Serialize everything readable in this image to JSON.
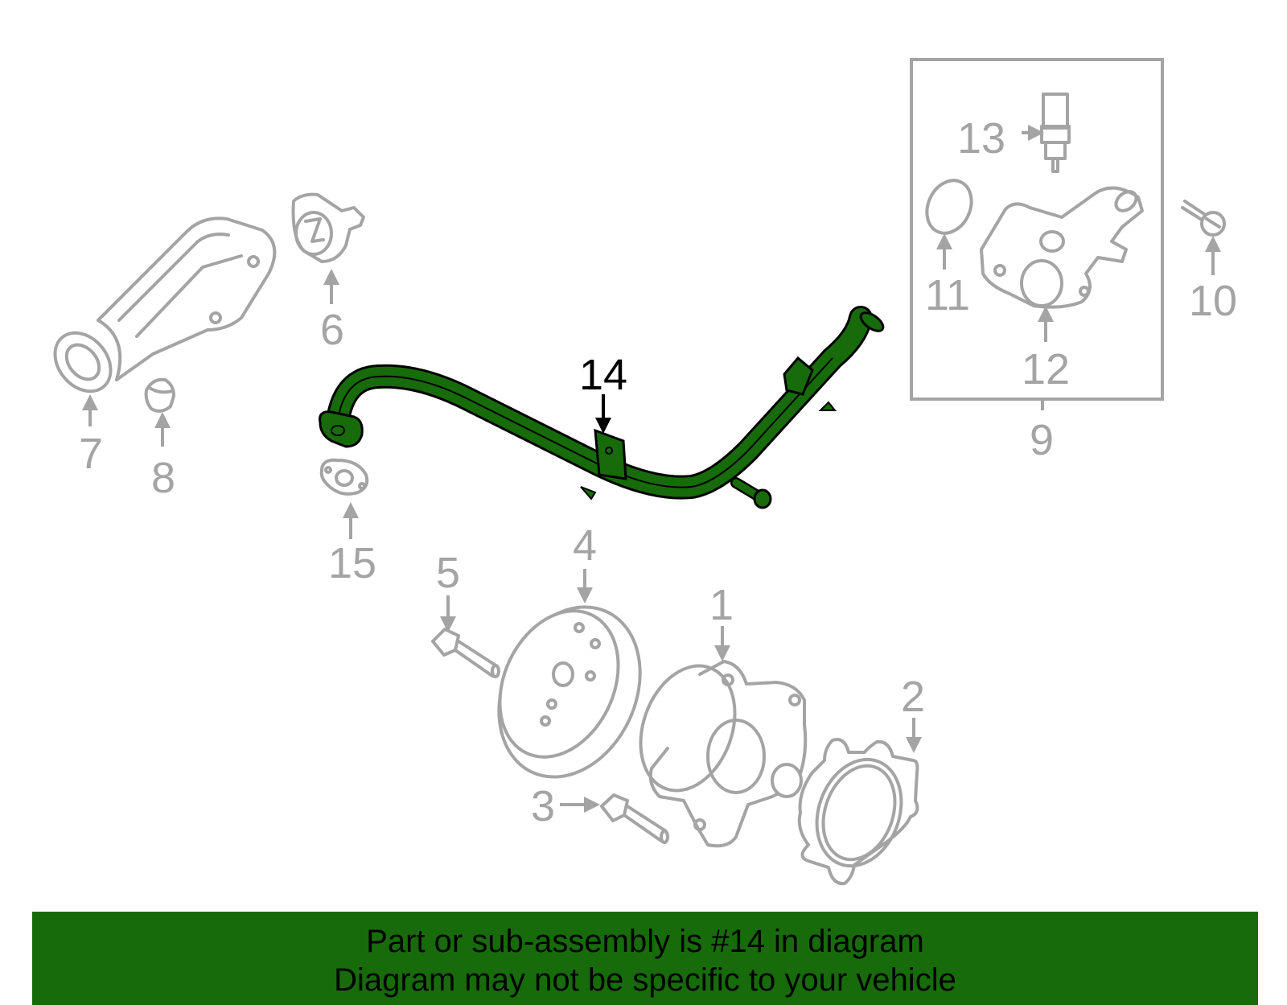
{
  "diagram": {
    "highlighted_part": "14",
    "highlight_color": "#176b0a",
    "line_color": "#a4a4a4",
    "callouts": [
      "1",
      "2",
      "3",
      "4",
      "5",
      "6",
      "7",
      "8",
      "9",
      "10",
      "11",
      "12",
      "13",
      "14",
      "15"
    ]
  },
  "banner": {
    "line1": "Part or sub-assembly is #14 in diagram",
    "line2": "Diagram may not be specific to your vehicle",
    "background": "#176b0a"
  }
}
